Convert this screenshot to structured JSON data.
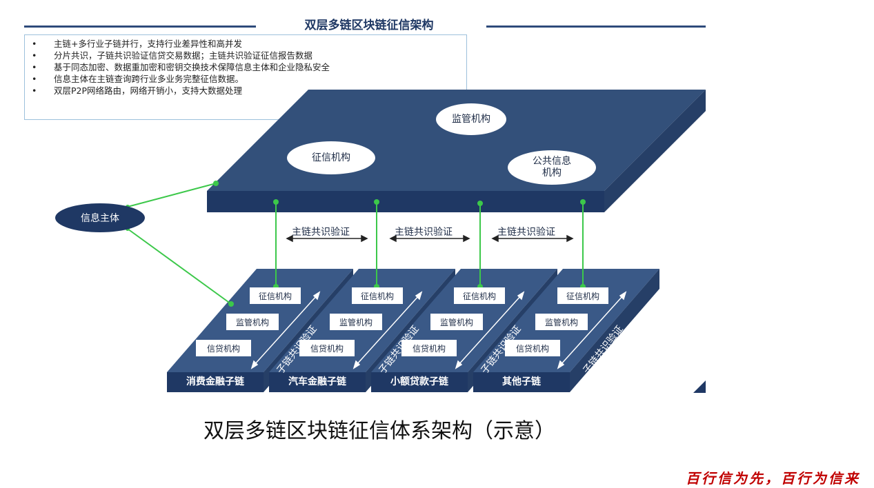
{
  "title": "双层多链区块链征信架构",
  "features": [
    "主链+多行业子链并行，支持行业差异性和高并发",
    "分片共识，子链共识验证信贷交易数据；主链共识验证征信报告数据",
    "基于同态加密、数据重加密和密钥交换技术保障信息主体和企业隐私安全",
    "信息主体在主链查询跨行业多业务完整征信数据。",
    "双层P2P网络路由，网络开销小，支持大数据处理"
  ],
  "bullet": "•",
  "main_chain": {
    "nodes": [
      "监管机构",
      "征信机构",
      "公共信息",
      "机构"
    ]
  },
  "consensus_label": "主链共识验证",
  "consensus_labels": [
    "主链共识验证",
    "主链共识验证",
    "主链共识验证"
  ],
  "subject": "信息主体",
  "sub_chains": [
    {
      "name": "消费金融子链",
      "nodes": [
        "征信机构",
        "监管机构",
        "信贷机构"
      ],
      "consensus": "子链共识验证"
    },
    {
      "name": "汽车金融子链",
      "nodes": [
        "征信机构",
        "监管机构",
        "信贷机构"
      ],
      "consensus": "子链共识验证"
    },
    {
      "name": "小额贷款子链",
      "nodes": [
        "征信机构",
        "监管机构",
        "信贷机构"
      ],
      "consensus": "子链共识验证"
    },
    {
      "name": "其他子链",
      "nodes": [
        "征信机构",
        "监管机构",
        "信贷机构"
      ],
      "consensus": "子链共识验证"
    }
  ],
  "caption": "双层多链区块链征信体系架构（示意）",
  "slogan": "百行信为先，百行为信来",
  "colors": {
    "slab_top": "#33507a",
    "slab_front": "#1f3864",
    "slab_side": "#263f67",
    "link": "#3cc84a",
    "accent": "#c00000"
  }
}
